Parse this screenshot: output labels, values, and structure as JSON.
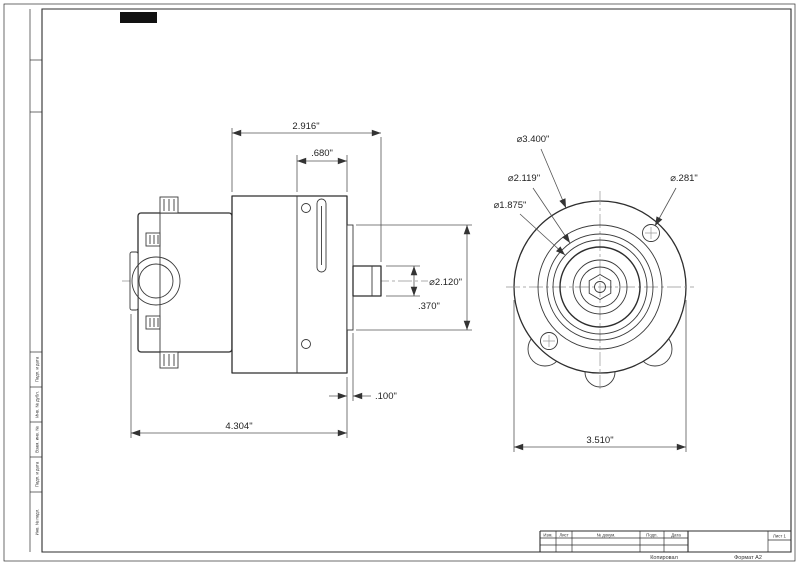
{
  "drawing": {
    "side_view": {
      "dim_total_length": "4.304\"",
      "dim_mid_length": "2.916\"",
      "dim_flange_thk": ".680\"",
      "dim_pilot_dia": "⌀2.120\"",
      "dim_shaft_step": ".370\"",
      "dim_offset": ".100\""
    },
    "front_view": {
      "dim_od": "⌀3.400\"",
      "dim_bolt_circle": "⌀2.119\"",
      "dim_pilot": "⌀1.875\"",
      "dim_hole": "⌀.281\"",
      "dim_width": "3.510\""
    }
  },
  "frame": {
    "margin_blocks": [
      "Подп. и дата",
      "Инв. № дубл.",
      "Взам. инв. №",
      "Подп. и дата",
      "Инв. № подл."
    ],
    "title_block": {
      "col_headers": [
        "Изм.",
        "Лист",
        "№ докум.",
        "Подп.",
        "Дата"
      ],
      "sheet_cell": "Лист 1",
      "copied_label": "Копировал",
      "format_label": "Формат А2"
    }
  }
}
